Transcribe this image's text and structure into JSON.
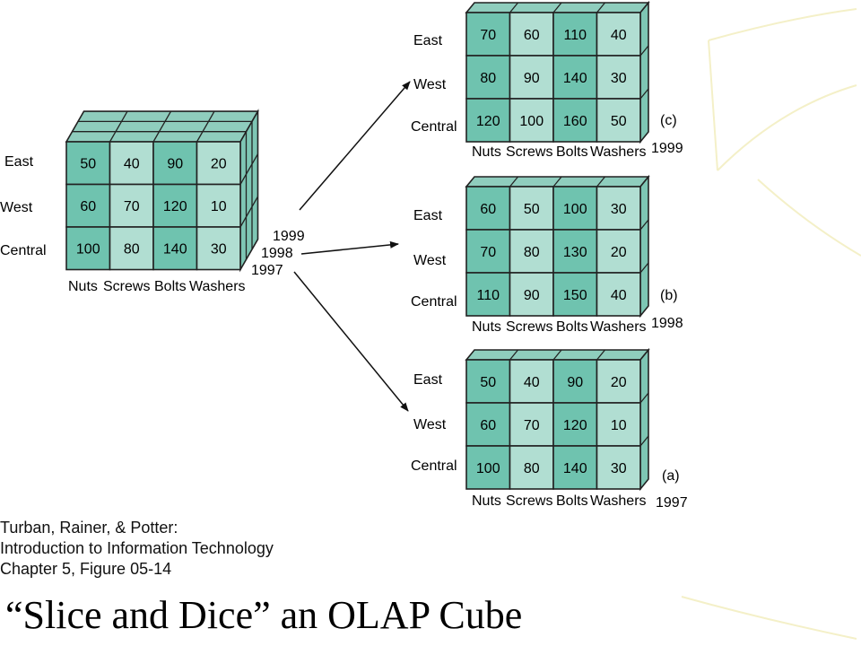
{
  "colors": {
    "dark": "#6fc3af",
    "light": "#b1ded2",
    "top": "#8fcdbd",
    "side": "#7ec6b4",
    "edge": "#222222",
    "deco": "#f4f0c8"
  },
  "products": [
    "Nuts",
    "Screws",
    "Bolts",
    "Washers"
  ],
  "regions": [
    "East",
    "West",
    "Central"
  ],
  "main_cube": {
    "years": [
      "1999",
      "1998",
      "1997"
    ],
    "values": [
      [
        "50",
        "40",
        "90",
        "20"
      ],
      [
        "60",
        "70",
        "120",
        "10"
      ],
      [
        "100",
        "80",
        "140",
        "30"
      ]
    ]
  },
  "slices": [
    {
      "tag": "(c)",
      "year": "1999",
      "values": [
        [
          "70",
          "60",
          "110",
          "40"
        ],
        [
          "80",
          "90",
          "140",
          "30"
        ],
        [
          "120",
          "100",
          "160",
          "50"
        ]
      ]
    },
    {
      "tag": "(b)",
      "year": "1998",
      "values": [
        [
          "60",
          "50",
          "100",
          "30"
        ],
        [
          "70",
          "80",
          "130",
          "20"
        ],
        [
          "110",
          "90",
          "150",
          "40"
        ]
      ]
    },
    {
      "tag": "(a)",
      "year": "1997",
      "values": [
        [
          "50",
          "40",
          "90",
          "20"
        ],
        [
          "60",
          "70",
          "120",
          "10"
        ],
        [
          "100",
          "80",
          "140",
          "30"
        ]
      ]
    }
  ],
  "caption": {
    "line1": "Turban, Rainer, & Potter:",
    "line2": "Introduction to Information Technology",
    "line3": "Chapter 5, Figure 05-14"
  },
  "title": "“Slice and Dice” an OLAP Cube"
}
